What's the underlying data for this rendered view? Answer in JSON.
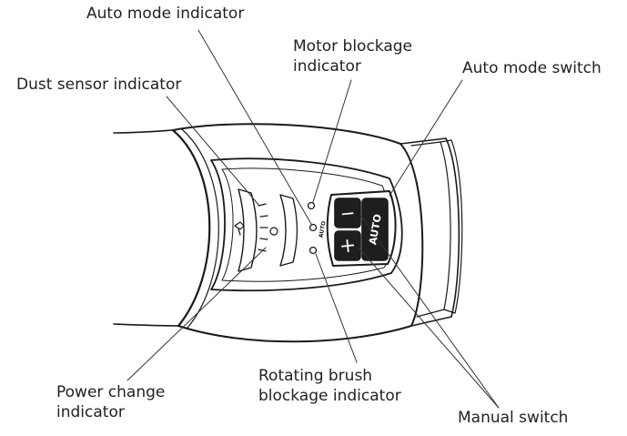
{
  "labels": {
    "auto_mode_indicator": "Auto mode indicator",
    "motor_blockage_line1": "Motor blockage",
    "motor_blockage_line2": "indicator",
    "dust_sensor_indicator": "Dust sensor indicator",
    "auto_mode_switch": "Auto mode switch",
    "power_change_line1": "Power change",
    "power_change_line2": "indicator",
    "rotating_brush_line1": "Rotating brush",
    "rotating_brush_line2": "blockage indicator",
    "manual_switch": "Manual switch"
  },
  "device": {
    "auto_text": "AUTO",
    "minus_text": "−",
    "plus_text": "+",
    "small_auto_text": "AUTO"
  }
}
